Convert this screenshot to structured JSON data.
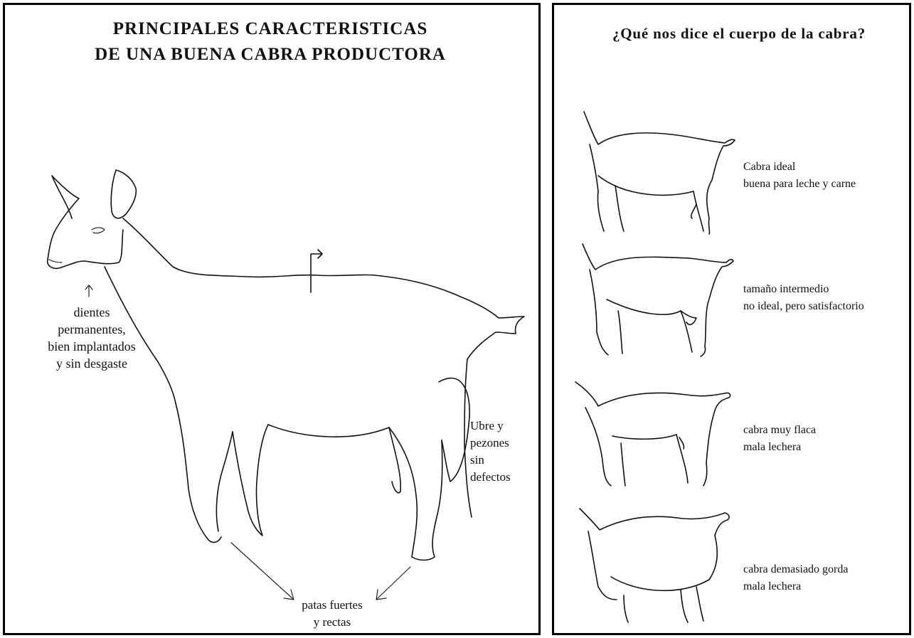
{
  "left": {
    "title_line1": "PRINCIPALES CARACTERISTICAS",
    "title_line2": "DE UNA BUENA CABRA PRODUCTORA",
    "teeth_label": [
      "dientes",
      "permanentes,",
      "bien implantados",
      "y sin desgaste"
    ],
    "udder_label": [
      "Ubre y",
      "pezones",
      "sin",
      "defectos"
    ],
    "legs_label": [
      "patas fuertes",
      "y rectas"
    ]
  },
  "right": {
    "title": "¿Qué nos dice el cuerpo de la cabra?",
    "goats": [
      {
        "line1": "Cabra ideal",
        "line2": "buena para leche y carne"
      },
      {
        "line1": "tamaño intermedio",
        "line2": "no ideal, pero satisfactorio"
      },
      {
        "line1": "cabra muy flaca",
        "line2": "mala lechera"
      },
      {
        "line1": "cabra demasiado gorda",
        "line2": "mala lechera"
      }
    ]
  },
  "colors": {
    "ink": "#111111",
    "background": "#ffffff"
  }
}
